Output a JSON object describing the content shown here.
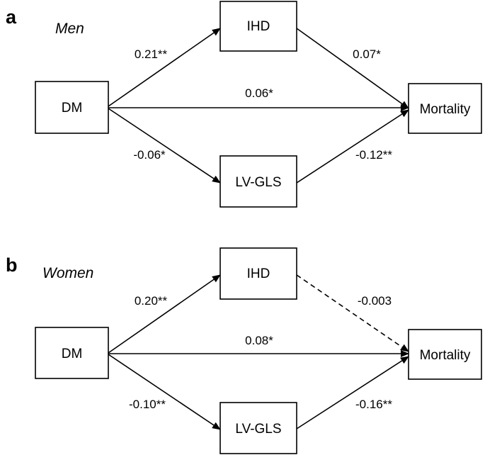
{
  "panels": [
    {
      "letter": "a",
      "group": "Men",
      "nodes": {
        "dm": "DM",
        "ihd": "IHD",
        "lvgls": "LV-GLS",
        "mortality": "Mortality"
      },
      "paths": [
        {
          "from": "DM",
          "to": "IHD",
          "coefficient": "0.21**",
          "style": "solid"
        },
        {
          "from": "IHD",
          "to": "Mortality",
          "coefficient": "0.07*",
          "style": "solid"
        },
        {
          "from": "DM",
          "to": "Mortality",
          "coefficient": "0.06*",
          "style": "solid"
        },
        {
          "from": "DM",
          "to": "LV-GLS",
          "coefficient": "-0.06*",
          "style": "solid"
        },
        {
          "from": "LV-GLS",
          "to": "Mortality",
          "coefficient": "-0.12**",
          "style": "solid"
        }
      ]
    },
    {
      "letter": "b",
      "group": "Women",
      "nodes": {
        "dm": "DM",
        "ihd": "IHD",
        "lvgls": "LV-GLS",
        "mortality": "Mortality"
      },
      "paths": [
        {
          "from": "DM",
          "to": "IHD",
          "coefficient": "0.20**",
          "style": "solid"
        },
        {
          "from": "IHD",
          "to": "Mortality",
          "coefficient": "-0.003",
          "style": "dashed"
        },
        {
          "from": "DM",
          "to": "Mortality",
          "coefficient": "0.08*",
          "style": "solid"
        },
        {
          "from": "DM",
          "to": "LV-GLS",
          "coefficient": "-0.10**",
          "style": "solid"
        },
        {
          "from": "LV-GLS",
          "to": "Mortality",
          "coefficient": "-0.16**",
          "style": "solid"
        }
      ]
    }
  ]
}
